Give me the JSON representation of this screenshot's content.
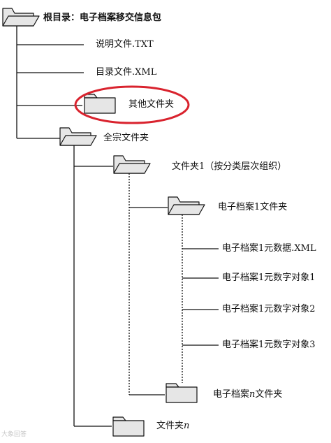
{
  "diagram": {
    "root_label": "根目录：电子档案移交信息包",
    "nodes": {
      "readme": "说明文件.TXT",
      "catalog": "目录文件.XML",
      "other": "其他文件夹",
      "fonds": "全宗文件夹",
      "folder1_name": "文件夹1",
      "folder1_note": "（按分类层次组织）",
      "record1_folder": "电子档案1文件夹",
      "metadata": "电子档案1元数据.XML",
      "digital1": "电子档案1元数字对象1",
      "digital2": "电子档案1元数字对象2",
      "digital3": "电子档案1元数字对象3",
      "recordn_prefix": "电子档案",
      "recordn_n": "n",
      "recordn_suffix": "文件夹",
      "foldern_prefix": "文件夹",
      "foldern_n": "n"
    },
    "highlight_color": "#d9232e",
    "line_color": "#111111",
    "folder_fill": "#e6e6e6"
  },
  "watermark": "大象回答"
}
